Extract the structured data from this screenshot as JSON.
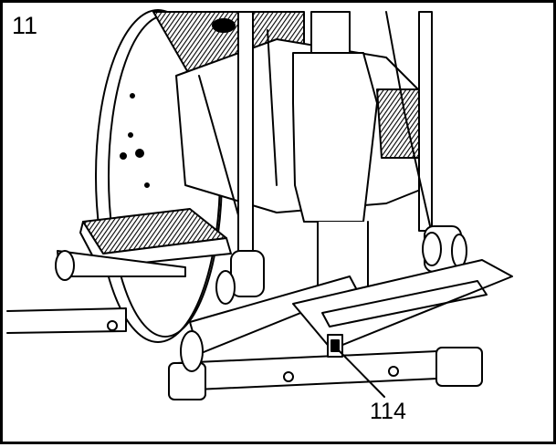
{
  "step_number": "11",
  "callouts": [
    {
      "label": "114",
      "target": "usb-port"
    }
  ],
  "colors": {
    "line": "#000000",
    "background": "#ffffff"
  }
}
